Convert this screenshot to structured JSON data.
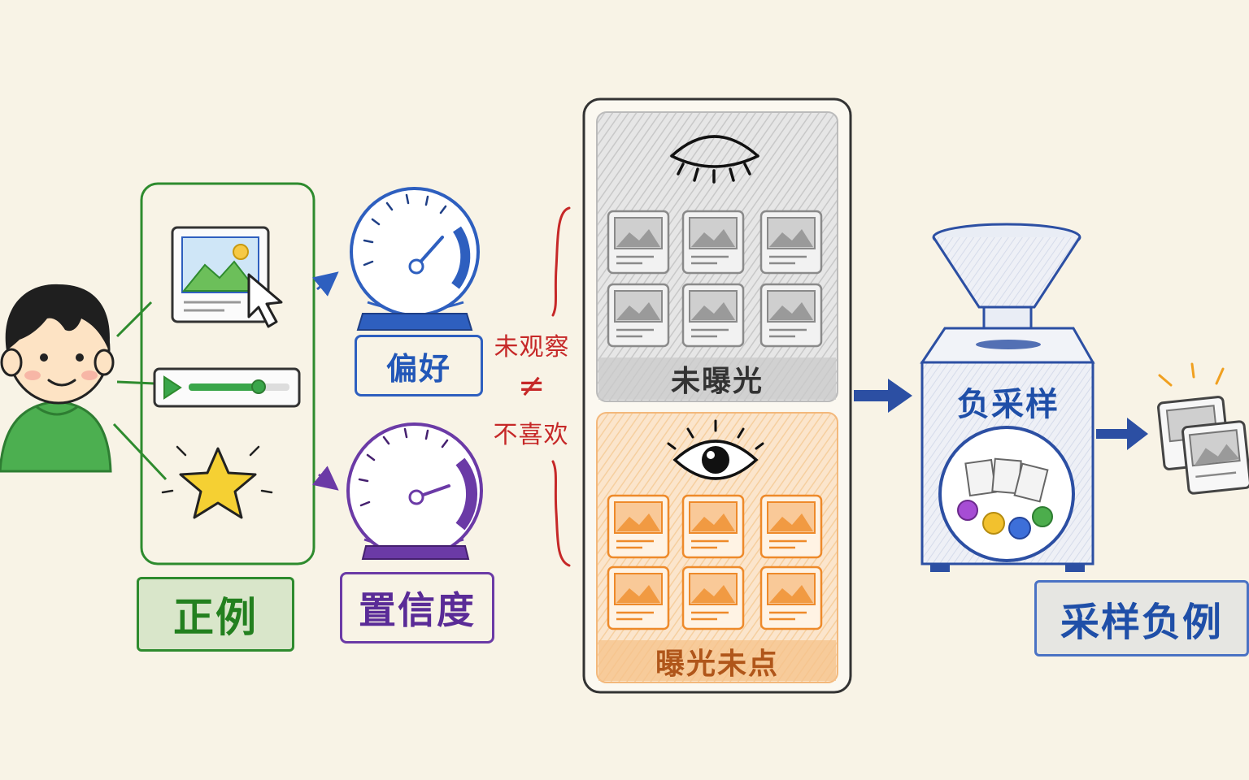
{
  "labels": {
    "positive": "正例",
    "preference": "偏好",
    "confidence": "置信度",
    "unexposed": "未曝光",
    "exposed_unclicked": "曝光未点",
    "neg_sampling": "负采样",
    "sampled_negatives": "采样负例"
  },
  "relation": {
    "left": "未观察",
    "symbol": "≠",
    "right": "不喜欢"
  },
  "colors": {
    "positive": "#2e8b2e",
    "preference": "#2e5fbf",
    "confidence": "#6b3aa6",
    "relation": "#c62828",
    "unexposed": "#9a9a9a",
    "exposed": "#f0963a",
    "sampler": "#2c4fa3"
  },
  "icons": [
    "person-icon",
    "image-click-icon",
    "video-progress-icon",
    "star-icon",
    "gauge-icon",
    "closed-eye-icon",
    "open-eye-icon",
    "funnel-icon",
    "sampler-machine-icon",
    "item-card-icon"
  ]
}
